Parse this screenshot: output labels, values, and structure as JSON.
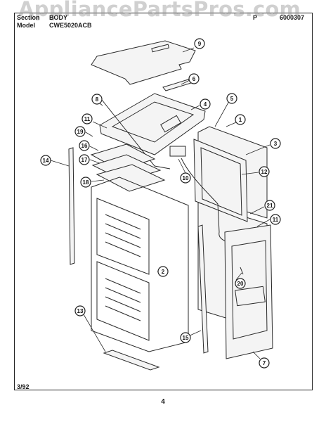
{
  "watermark": "AppliancePartsPros.com",
  "header": {
    "section_label": "Section",
    "section_value": "BODY",
    "part_label": "P",
    "part_value": "6000307",
    "model_label": "Model",
    "model_value": "CWE5020ACB"
  },
  "footer": {
    "date": "3/92",
    "page": "4"
  },
  "callouts": [
    "9",
    "6",
    "8",
    "4",
    "5",
    "1",
    "3",
    "11",
    "19",
    "16",
    "17",
    "18",
    "10",
    "12",
    "14",
    "21",
    "11",
    "2",
    "20",
    "13",
    "15",
    "7"
  ]
}
